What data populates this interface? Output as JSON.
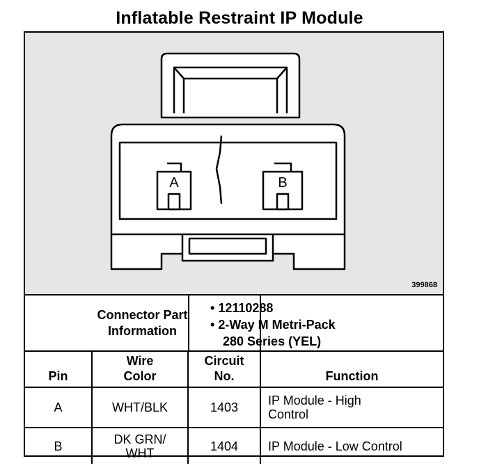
{
  "title": "Inflatable Restraint IP Module",
  "figure": {
    "number": "399868",
    "cavity_a": "A",
    "cavity_b": "B"
  },
  "connector_info": {
    "label_line1": "Connector Part",
    "label_line2": "Information",
    "items": [
      "12110288",
      "2-Way M Metri-Pack",
      "280 Series (YEL)"
    ]
  },
  "table": {
    "headers": {
      "pin": "Pin",
      "wire_color_1": "Wire",
      "wire_color_2": "Color",
      "circuit_1": "Circuit",
      "circuit_2": "No.",
      "function": "Function"
    },
    "rows": [
      {
        "pin": "A",
        "wire_color_1": "WHT/BLK",
        "wire_color_2": "",
        "circuit": "1403",
        "function_1": "IP Module - High",
        "function_2": "Control"
      },
      {
        "pin": "B",
        "wire_color_1": "DK GRN/",
        "wire_color_2": "WHT",
        "circuit": "1404",
        "function_1": "IP Module - Low Control",
        "function_2": ""
      }
    ]
  }
}
